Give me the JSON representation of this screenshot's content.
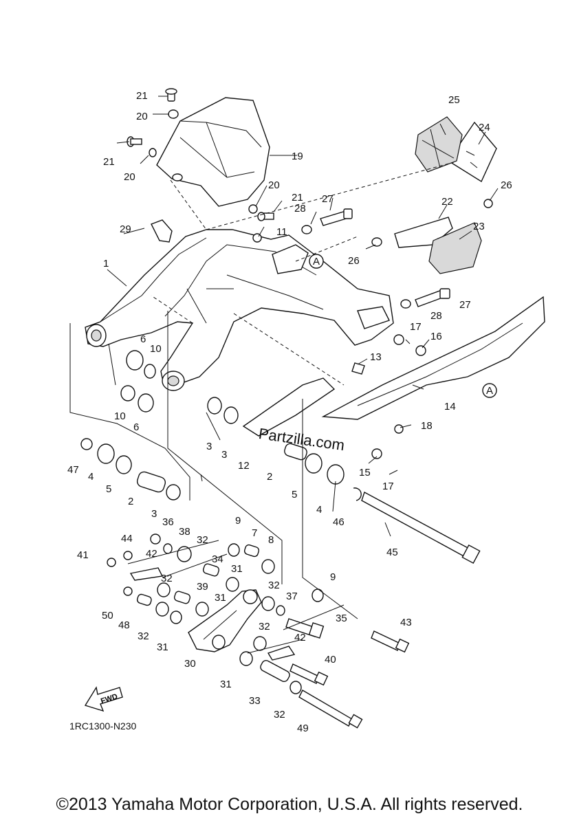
{
  "diagram": {
    "code": "1RC1300-N230",
    "copyright": "©2013 Yamaha Motor Corporation, U.S.A. All rights reserved.",
    "watermark": "Partzilla.com",
    "fwd_label": "FWD",
    "reference_mark": "A",
    "callouts": [
      {
        "id": "c1",
        "text": "1"
      },
      {
        "id": "c2a",
        "text": "2"
      },
      {
        "id": "c2b",
        "text": "2"
      },
      {
        "id": "c3a",
        "text": "3"
      },
      {
        "id": "c3b",
        "text": "3"
      },
      {
        "id": "c3c",
        "text": "3"
      },
      {
        "id": "c4a",
        "text": "4"
      },
      {
        "id": "c4b",
        "text": "4"
      },
      {
        "id": "c5a",
        "text": "5"
      },
      {
        "id": "c5b",
        "text": "5"
      },
      {
        "id": "c6a",
        "text": "6"
      },
      {
        "id": "c6b",
        "text": "6"
      },
      {
        "id": "c7",
        "text": "7"
      },
      {
        "id": "c8",
        "text": "8"
      },
      {
        "id": "c9a",
        "text": "9"
      },
      {
        "id": "c9b",
        "text": "9"
      },
      {
        "id": "c10a",
        "text": "10"
      },
      {
        "id": "c10b",
        "text": "10"
      },
      {
        "id": "c11",
        "text": "11"
      },
      {
        "id": "c12",
        "text": "12"
      },
      {
        "id": "c13",
        "text": "13"
      },
      {
        "id": "c14",
        "text": "14"
      },
      {
        "id": "c15",
        "text": "15"
      },
      {
        "id": "c16",
        "text": "16"
      },
      {
        "id": "c17a",
        "text": "17"
      },
      {
        "id": "c17b",
        "text": "17"
      },
      {
        "id": "c18",
        "text": "18"
      },
      {
        "id": "c19",
        "text": "19"
      },
      {
        "id": "c20a",
        "text": "20"
      },
      {
        "id": "c20b",
        "text": "20"
      },
      {
        "id": "c20c",
        "text": "20"
      },
      {
        "id": "c21a",
        "text": "21"
      },
      {
        "id": "c21b",
        "text": "21"
      },
      {
        "id": "c21c",
        "text": "21"
      },
      {
        "id": "c22",
        "text": "22"
      },
      {
        "id": "c23",
        "text": "23"
      },
      {
        "id": "c24",
        "text": "24"
      },
      {
        "id": "c25",
        "text": "25"
      },
      {
        "id": "c26a",
        "text": "26"
      },
      {
        "id": "c26b",
        "text": "26"
      },
      {
        "id": "c27a",
        "text": "27"
      },
      {
        "id": "c27b",
        "text": "27"
      },
      {
        "id": "c28a",
        "text": "28"
      },
      {
        "id": "c28b",
        "text": "28"
      },
      {
        "id": "c29",
        "text": "29"
      },
      {
        "id": "c30",
        "text": "30"
      },
      {
        "id": "c31a",
        "text": "31"
      },
      {
        "id": "c31b",
        "text": "31"
      },
      {
        "id": "c31c",
        "text": "31"
      },
      {
        "id": "c31d",
        "text": "31"
      },
      {
        "id": "c32a",
        "text": "32"
      },
      {
        "id": "c32b",
        "text": "32"
      },
      {
        "id": "c32c",
        "text": "32"
      },
      {
        "id": "c32d",
        "text": "32"
      },
      {
        "id": "c32e",
        "text": "32"
      },
      {
        "id": "c32f",
        "text": "32"
      },
      {
        "id": "c33",
        "text": "33"
      },
      {
        "id": "c34",
        "text": "34"
      },
      {
        "id": "c35",
        "text": "35"
      },
      {
        "id": "c36",
        "text": "36"
      },
      {
        "id": "c37",
        "text": "37"
      },
      {
        "id": "c38",
        "text": "38"
      },
      {
        "id": "c39",
        "text": "39"
      },
      {
        "id": "c40",
        "text": "40"
      },
      {
        "id": "c41",
        "text": "41"
      },
      {
        "id": "c42a",
        "text": "42"
      },
      {
        "id": "c42b",
        "text": "42"
      },
      {
        "id": "c43",
        "text": "43"
      },
      {
        "id": "c44",
        "text": "44"
      },
      {
        "id": "c45",
        "text": "45"
      },
      {
        "id": "c46",
        "text": "46"
      },
      {
        "id": "c47",
        "text": "47"
      },
      {
        "id": "c48",
        "text": "48"
      },
      {
        "id": "c49",
        "text": "49"
      },
      {
        "id": "c50",
        "text": "50"
      }
    ]
  }
}
